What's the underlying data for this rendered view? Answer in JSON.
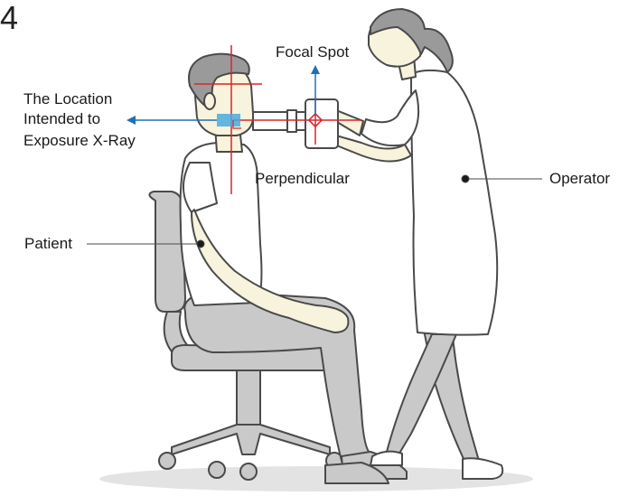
{
  "figure_number": "4",
  "labels": {
    "focal_spot": "Focal Spot",
    "location_line1": "The Location",
    "location_line2": "Intended to",
    "location_line3": "Exposure X-Ray",
    "perpendicular": "Perpendicular",
    "operator": "Operator",
    "patient": "Patient"
  },
  "colors": {
    "outline": "#4a4a4a",
    "clothing_gray": "#c9c9c9",
    "clothing_gray_dark": "#a9a9a9",
    "skin": "#f7f3dc",
    "hair": "#9a9a9a",
    "red_line": "#d9252a",
    "blue_arrow": "#1e6fb8",
    "blue_target": "#4aa9e0",
    "shadow": "#d9d9d9"
  }
}
